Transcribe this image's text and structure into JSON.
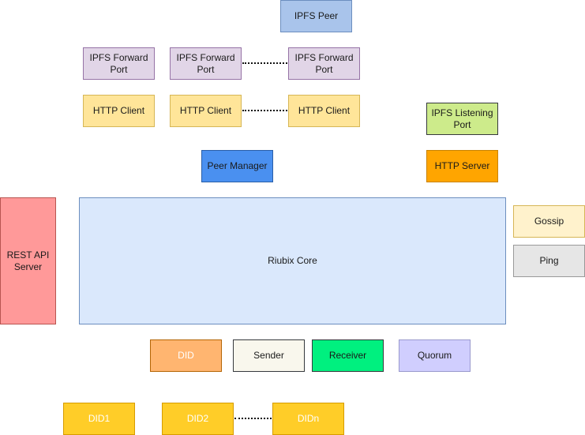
{
  "nodes": {
    "ipfs_peer": {
      "label": "IPFS Peer",
      "fill": "#a9c4eb",
      "stroke": "#6c8ebf"
    },
    "ipfs_forward_port_1": {
      "label": "IPFS Forward Port",
      "fill": "#e1d5e7",
      "stroke": "#9673a6"
    },
    "ipfs_forward_port_2": {
      "label": "IPFS Forward Port",
      "fill": "#e1d5e7",
      "stroke": "#9673a6"
    },
    "ipfs_forward_port_n": {
      "label": "IPFS Forward Port",
      "fill": "#e1d5e7",
      "stroke": "#9673a6"
    },
    "http_client_1": {
      "label": "HTTP Client",
      "fill": "#ffe599",
      "stroke": "#d6b656"
    },
    "http_client_2": {
      "label": "HTTP Client",
      "fill": "#ffe599",
      "stroke": "#d6b656"
    },
    "http_client_n": {
      "label": "HTTP Client",
      "fill": "#ffe599",
      "stroke": "#d6b656"
    },
    "ipfs_listening_port": {
      "label": "IPFS Listening Port",
      "fill": "#cdeb8b",
      "stroke": "#36393d"
    },
    "peer_manager": {
      "label": "Peer Manager",
      "fill": "#4a90f0",
      "stroke": "#2a5fa8"
    },
    "http_server": {
      "label": "HTTP Server",
      "fill": "#ffa500",
      "stroke": "#c98200"
    },
    "rest_api_server": {
      "label": "REST API Server",
      "fill": "#ff9999",
      "stroke": "#b85450"
    },
    "riubix_core": {
      "label": "Riubix Core",
      "fill": "#dae8fc",
      "stroke": "#6c8ebf"
    },
    "gossip": {
      "label": "Gossip",
      "fill": "#fff2cc",
      "stroke": "#d6b656"
    },
    "ping": {
      "label": "Ping",
      "fill": "#e6e6e6",
      "stroke": "#999999"
    },
    "did": {
      "label": "DID",
      "fill": "#ffb570",
      "stroke": "#b46504"
    },
    "sender": {
      "label": "Sender",
      "fill": "#f9f7ed",
      "stroke": "#36393d"
    },
    "receiver": {
      "label": "Receiver",
      "fill": "#00f07f",
      "stroke": "#36393d"
    },
    "quorum": {
      "label": "Quorum",
      "fill": "#d0cefe",
      "stroke": "#9999cc"
    },
    "did1": {
      "label": "DID1",
      "fill": "#ffcd28",
      "stroke": "#d79b00"
    },
    "did2": {
      "label": "DID2",
      "fill": "#ffcd28",
      "stroke": "#d79b00"
    },
    "didn": {
      "label": "DIDn",
      "fill": "#ffcd28",
      "stroke": "#d79b00"
    }
  }
}
